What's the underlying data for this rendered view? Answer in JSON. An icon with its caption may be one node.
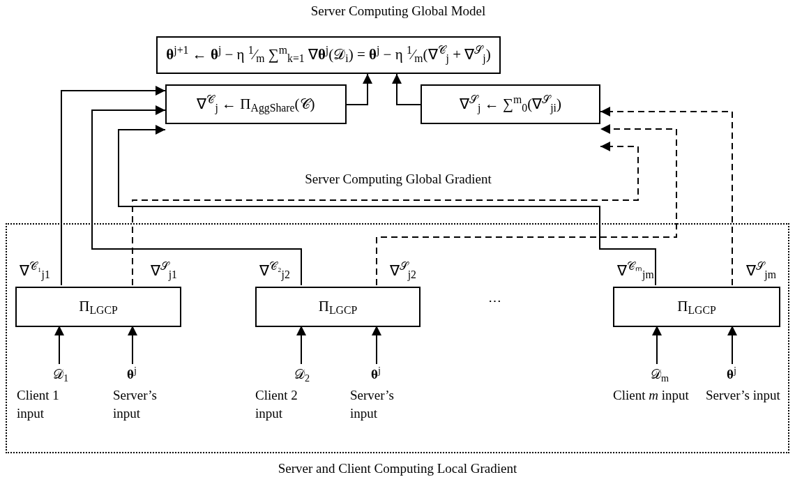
{
  "diagram": {
    "title": "Server Computing Global Model",
    "nodes": [
      {
        "text": [
          "Server and Client Computing Local Gradient"
        ]
      },
      {
        "text": [
          "**θ**$^{j+1}$ ← **θ**$^{j}$ − η $^{1}$⁄$_{m}$ ∑$^{m}$$_{k=1}$ ∇**θ**$^{j}$(𝒟$_{i}$) = **θ**$^{j}$ − η $^{1}$⁄$_{m}$(∇$^{𝒞}$$_{j}$ + ∇$^{𝒮}$$_{j}$)"
        ]
      },
      {
        "text": [
          "∇$^{𝒞}$$_{j}$ ← Π$_{AggShare}$(𝒞)"
        ]
      },
      {
        "text": [
          "∇$^{𝒮}$$_{j}$ ← ∑$^{m}$$_{0}$(∇$^{𝒮}$$_{ji}$)"
        ]
      },
      {
        "text": [
          "Π$_{LGCP}$"
        ],
        "in": 0,
        "beside": [
          "∇$^{𝒞₁}$$_{j1}$",
          "∇$^{𝒮}$$_{j1}$"
        ]
      },
      {
        "text": [
          "Π$_{LGCP}$"
        ],
        "in": 0,
        "beside": [
          "∇$^{𝒞₂}$$_{j2}$",
          "∇$^{𝒮}$$_{j2}$"
        ]
      },
      {
        "text": [
          "Π$_{LGCP}$"
        ],
        "in": 0,
        "beside": [
          "∇$^{𝒞ₘ}$$_{jm}$",
          "∇$^{𝒮}$$_{jm}$"
        ]
      },
      {
        "text": [
          "𝒟$_{1}$",
          "Client 1 input"
        ],
        "in": 0
      },
      {
        "text": [
          "**θ**$^{j}$",
          "Server’s input"
        ],
        "in": 0
      },
      {
        "text": [
          "𝒟$_{2}$",
          "Client 2 input"
        ],
        "in": 0
      },
      {
        "text": [
          "**θ**$^{j}$",
          "Server’s input"
        ],
        "in": 0
      },
      {
        "text": [
          "𝒟$_{m}$",
          "Client *m* input"
        ],
        "in": 0
      },
      {
        "text": [
          "**θ**$^{j}$",
          "Server’s input"
        ],
        "in": 0
      }
    ],
    "edges": [
      {
        "from": 2,
        "to": 1,
        "arrow": "to"
      },
      {
        "from": 3,
        "to": 1,
        "arrow": "to"
      },
      {
        "from": 4,
        "to": 2,
        "arrow": "to"
      },
      {
        "from": 5,
        "to": 2,
        "arrow": "to"
      },
      {
        "from": 6,
        "to": 2,
        "arrow": "to"
      },
      {
        "from": 4,
        "to": 3,
        "arrow": "to",
        "style": "dashed"
      },
      {
        "from": 5,
        "to": 3,
        "arrow": "to",
        "style": "dashed"
      },
      {
        "from": 6,
        "to": 3,
        "arrow": "to",
        "style": "dashed"
      },
      {
        "from": 7,
        "to": 4,
        "arrow": "to"
      },
      {
        "from": 8,
        "to": 4,
        "arrow": "to"
      },
      {
        "from": 9,
        "to": 5,
        "arrow": "to"
      },
      {
        "from": 10,
        "to": 5,
        "arrow": "to"
      },
      {
        "from": 11,
        "to": 6,
        "arrow": "to"
      },
      {
        "from": 12,
        "to": 6,
        "arrow": "to"
      }
    ],
    "labels": [
      "Server Computing Global Gradient",
      "⋯"
    ]
  }
}
